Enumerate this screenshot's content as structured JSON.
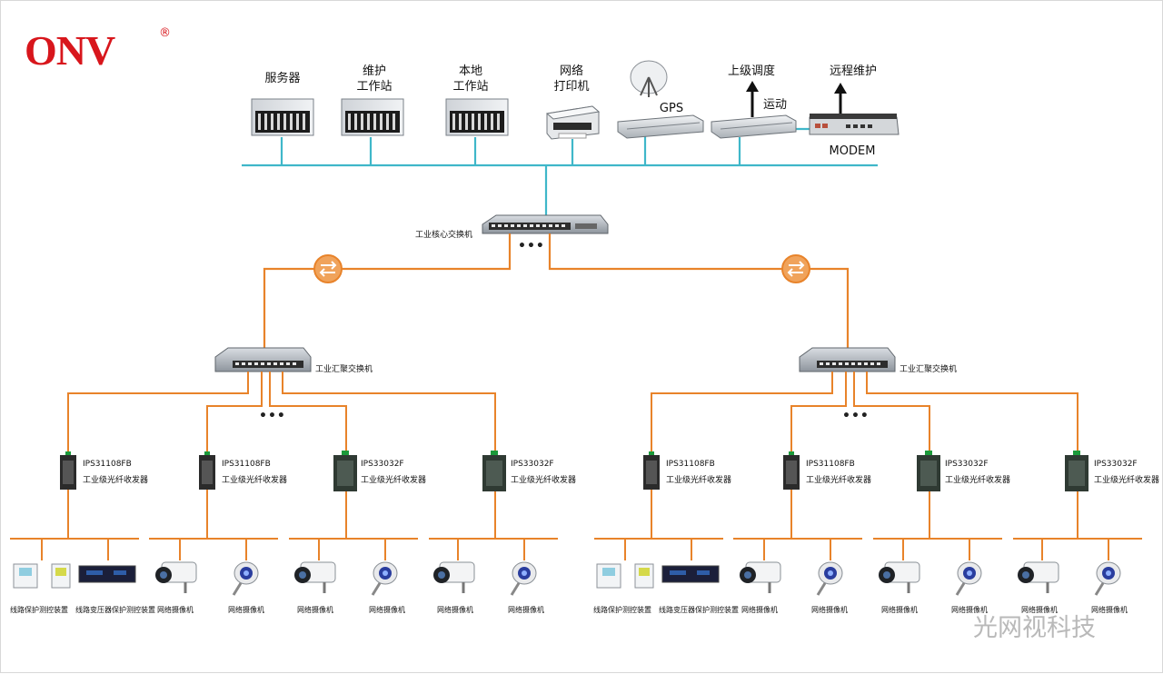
{
  "brand": {
    "logo_text": "ONV",
    "registered": "®"
  },
  "top_devices": {
    "server": "服务器",
    "maintenance_ws_line1": "维护",
    "maintenance_ws_line2": "工作站",
    "local_ws_line1": "本地",
    "local_ws_line2": "工作站",
    "printer_line1": "网络",
    "printer_line2": "打印机",
    "gps": "GPS",
    "dispatch": "上级调度",
    "dispatch_sub": "运动",
    "remote": "远程维护",
    "modem": "MODEM"
  },
  "core_switch": "工业核心交换机",
  "aggregation_switch": "工业汇聚交换机",
  "ellipsis": "•••",
  "access_units": [
    {
      "model": "IPS31108FB",
      "desc": "工业级光纤收发器"
    },
    {
      "model": "IPS31108FB",
      "desc": "工业级光纤收发器"
    },
    {
      "model": "IPS33032F",
      "desc": "工业级光纤收发器"
    },
    {
      "model": "IPS33032F",
      "desc": "工业级光纤收发器"
    },
    {
      "model": "IPS31108FB",
      "desc": "工业级光纤收发器"
    },
    {
      "model": "IPS31108FB",
      "desc": "工业级光纤收发器"
    },
    {
      "model": "IPS33032F",
      "desc": "工业级光纤收发器"
    },
    {
      "model": "IPS33032F",
      "desc": "工业级光纤收发器"
    }
  ],
  "endpoints": {
    "line_protection": "线路保护测控装置",
    "transformer_protection": "线路变压器保护测控装置",
    "camera": "网络摄像机"
  },
  "watermark": "光网视科技",
  "colors": {
    "ethernet": "#3fb7c9",
    "fiber": "#e8832a",
    "logo": "#d8161c"
  }
}
